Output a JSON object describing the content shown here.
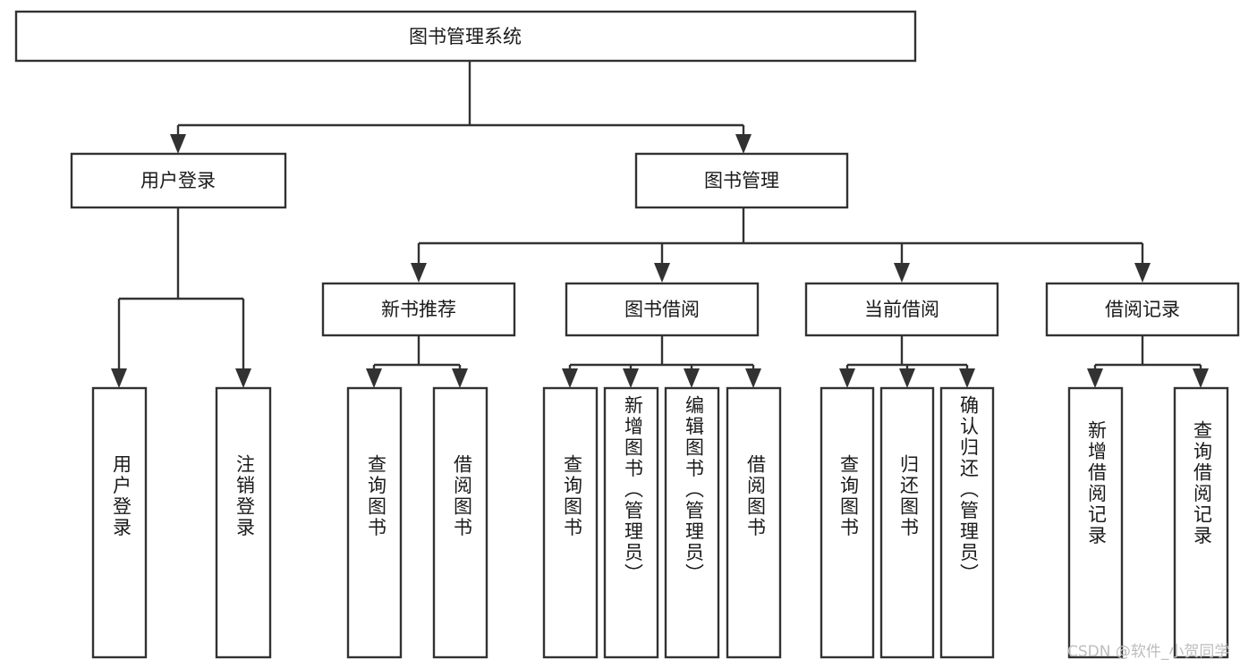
{
  "diagram": {
    "title": "图书管理系统",
    "type": "hierarchy-tree",
    "orientation": "top-down",
    "colors": {
      "stroke": "#323232",
      "fill": "#ffffff",
      "text": "#1a1a1a",
      "watermark": "#bdbdbd",
      "background": "#ffffff"
    },
    "root": {
      "label": "图书管理系统"
    },
    "level2": [
      {
        "label": "用户登录"
      },
      {
        "label": "图书管理"
      }
    ],
    "level3": [
      {
        "label": "新书推荐"
      },
      {
        "label": "图书借阅"
      },
      {
        "label": "当前借阅"
      },
      {
        "label": "借阅记录"
      }
    ],
    "leaves": {
      "user_login": [
        {
          "label": "用户登录"
        },
        {
          "label": "注销登录"
        }
      ],
      "new_book_recommend": [
        {
          "label": "查询图书"
        },
        {
          "label": "借阅图书"
        }
      ],
      "book_borrow": [
        {
          "label": "查询图书"
        },
        {
          "label": "新增图书（管理员）"
        },
        {
          "label": "编辑图书（管理员）"
        },
        {
          "label": "借阅图书"
        }
      ],
      "current_borrow": [
        {
          "label": "查询图书"
        },
        {
          "label": "归还图书"
        },
        {
          "label": "确认归还（管理员）"
        }
      ],
      "borrow_record": [
        {
          "label": "新增借阅记录"
        },
        {
          "label": "查询借阅记录"
        }
      ]
    },
    "watermark": "CSDN @软件_小贺同学"
  }
}
